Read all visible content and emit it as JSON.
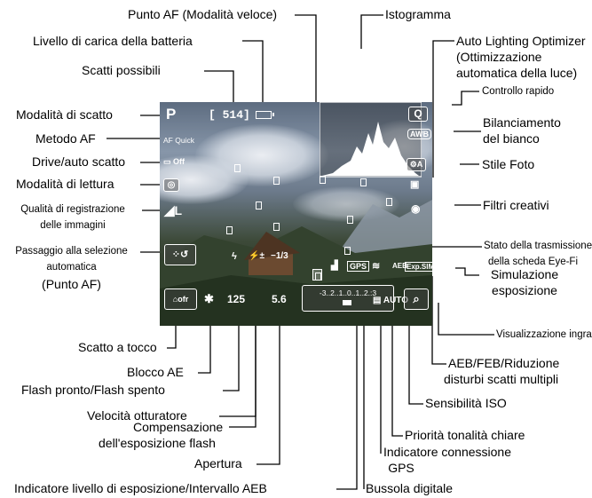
{
  "labels": {
    "punto_af": "Punto AF (Modalità veloce)",
    "istogramma": "Istogramma",
    "alo_1": "Auto Lighting Optimizer",
    "alo_2": "(Ottimizzazione",
    "alo_3": "automatica della luce)",
    "batteria": "Livello di carica della batteria",
    "controllo_rapido": "Controllo rapido",
    "scatti_possibili": "Scatti possibili",
    "bilanciamento_1": "Bilanciamento",
    "bilanciamento_2": "del bianco",
    "modalita_scatto": "Modalità di scatto",
    "metodo_af": "Metodo AF",
    "stile_foto": "Stile Foto",
    "drive": "Drive/auto scatto",
    "lettura": "Modalità di lettura",
    "qualita_1": "Qualità di registrazione",
    "qualita_2": "delle immagini",
    "filtri": "Filtri creativi",
    "passaggio_1": "Passaggio alla selezione",
    "passaggio_2": "automatica",
    "passaggio_3": "(Punto AF)",
    "eyefi_1": "Stato della trasmissione",
    "eyefi_2": "della scheda Eye-Fi",
    "simulazione_1": "Simulazione",
    "simulazione_2": "esposizione",
    "ingrandita": "Visualizzazione ingrandita",
    "scatto_tocco": "Scatto a tocco",
    "blocco_ae": "Blocco AE",
    "aeb_1": "AEB/FEB/Riduzione",
    "aeb_2": "disturbi scatti multipli",
    "flash": "Flash pronto/Flash spento",
    "iso": "Sensibilità ISO",
    "velocita": "Velocità otturatore",
    "priorita": "Priorità tonalità chiare",
    "comp_1": "Compensazione",
    "comp_2": "dell'esposizione flash",
    "gps_1": "Indicatore connessione",
    "gps_2": "GPS",
    "apertura": "Apertura",
    "bussola": "Bussola digitale",
    "livello": "Indicatore livello di esposizione/Intervallo AEB"
  },
  "screen": {
    "mode": "P",
    "shots": "[ 514]",
    "af_method": "AF Quick",
    "q_button": "Q",
    "awb": "AWB",
    "picture_style": "A",
    "drive_self": "Off",
    "shutter": "125",
    "aperture": "5.6",
    "flash_comp": "−1/3",
    "gps": "GPS",
    "aeb": "AEB",
    "exp_sim": "Exp.SIM",
    "iso": "AUTO",
    "scale": "-3..2..1..0..1..2.:3",
    "quality": "L"
  },
  "colors": {
    "label_line": "#000000",
    "overlay_text": "#ffffff"
  }
}
